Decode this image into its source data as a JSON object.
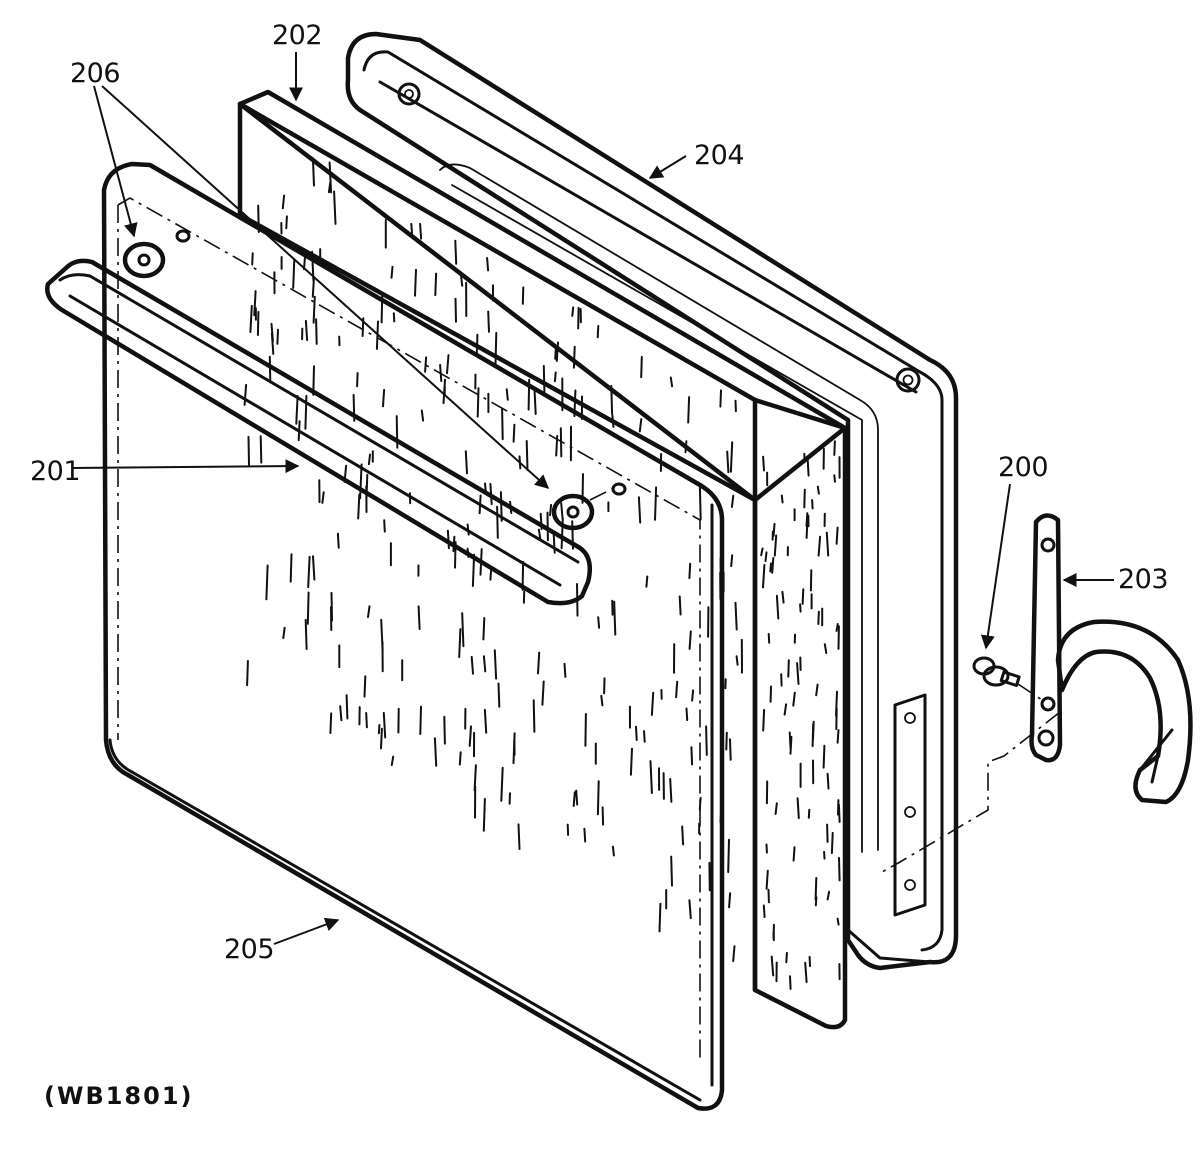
{
  "diagram": {
    "figure_ref": "(WB1801)",
    "callouts": {
      "p200": "200",
      "p201": "201",
      "p202": "202",
      "p203": "203",
      "p204": "204",
      "p205": "205",
      "p206": "206"
    }
  }
}
